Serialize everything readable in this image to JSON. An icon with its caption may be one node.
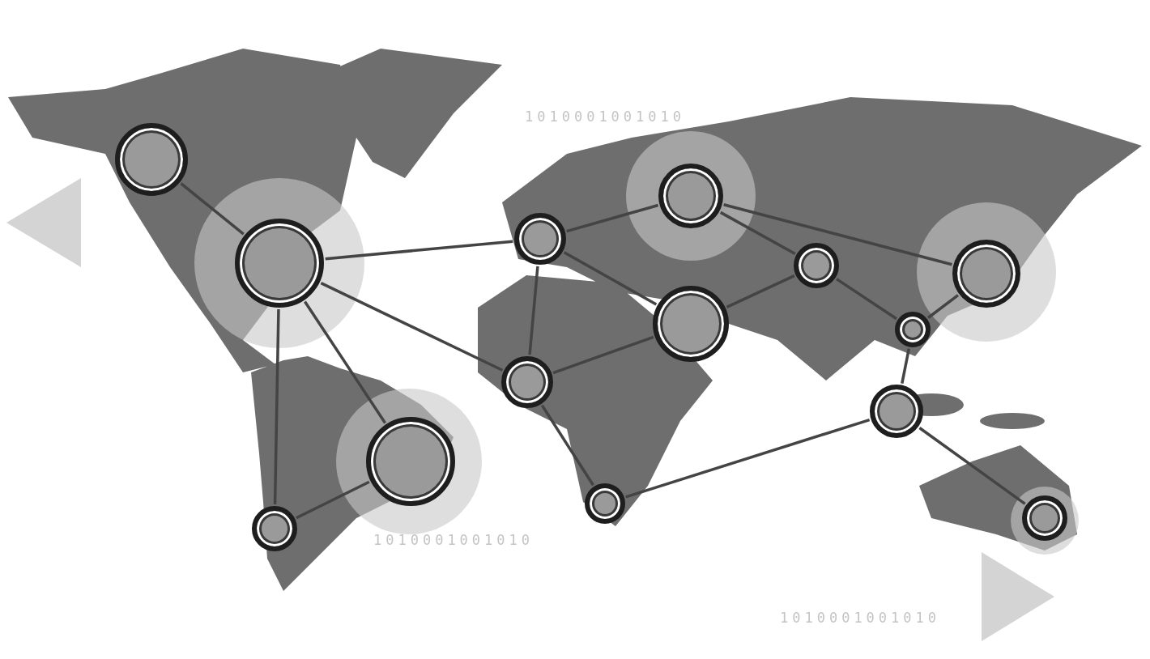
{
  "diagram": {
    "nodes": [
      {
        "text": [],
        "shape": "circle"
      },
      {
        "text": [],
        "shape": "circle"
      },
      {
        "text": [],
        "shape": "circle"
      },
      {
        "text": [],
        "shape": "circle"
      },
      {
        "text": [],
        "shape": "circle"
      },
      {
        "text": [],
        "shape": "circle"
      },
      {
        "text": [],
        "shape": "circle"
      },
      {
        "text": [],
        "shape": "circle"
      },
      {
        "text": [],
        "shape": "circle"
      },
      {
        "text": [],
        "shape": "circle"
      },
      {
        "text": [],
        "shape": "circle"
      },
      {
        "text": [],
        "shape": "circle"
      },
      {
        "text": [],
        "shape": "circle"
      },
      {
        "text": [],
        "shape": "circle"
      }
    ],
    "edges": [
      {
        "from": 0,
        "to": 1,
        "arrow": "none"
      },
      {
        "from": 1,
        "to": 2,
        "arrow": "none"
      },
      {
        "from": 1,
        "to": 7,
        "arrow": "none"
      },
      {
        "from": 1,
        "to": 10,
        "arrow": "none"
      },
      {
        "from": 1,
        "to": 11,
        "arrow": "none"
      },
      {
        "from": 2,
        "to": 3,
        "arrow": "none"
      },
      {
        "from": 2,
        "to": 7,
        "arrow": "none"
      },
      {
        "from": 2,
        "to": 6,
        "arrow": "none"
      },
      {
        "from": 3,
        "to": 4,
        "arrow": "none"
      },
      {
        "from": 3,
        "to": 5,
        "arrow": "none"
      },
      {
        "from": 4,
        "to": 6,
        "arrow": "none"
      },
      {
        "from": 4,
        "to": 8,
        "arrow": "none"
      },
      {
        "from": 8,
        "to": 5,
        "arrow": "none"
      },
      {
        "from": 6,
        "to": 7,
        "arrow": "none"
      },
      {
        "from": 7,
        "to": 12,
        "arrow": "none"
      },
      {
        "from": 12,
        "to": 9,
        "arrow": "none"
      },
      {
        "from": 8,
        "to": 9,
        "arrow": "none"
      },
      {
        "from": 9,
        "to": 13,
        "arrow": "none"
      },
      {
        "from": 11,
        "to": 10,
        "arrow": "none"
      }
    ],
    "labels": [
      "1010001001010",
      "1010001001010",
      "1010001001010"
    ]
  }
}
